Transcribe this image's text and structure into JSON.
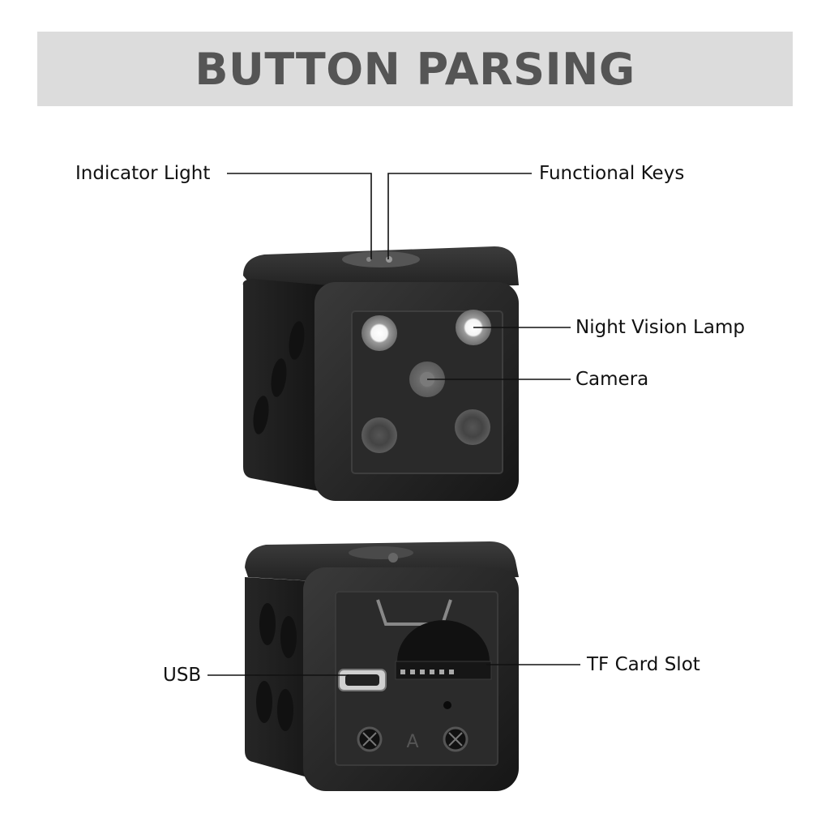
{
  "title": "BUTTON PARSING",
  "callouts": {
    "indicator_light": "Indicator Light",
    "functional_keys": "Functional Keys",
    "night_vision_lamp": "Night Vision Lamp",
    "camera": "Camera",
    "usb": "USB",
    "tf_card_slot": "TF Card Slot"
  },
  "printed_marks": {
    "port_letter": "A"
  },
  "colors": {
    "title_bar": "#dcdcdc",
    "title_text": "#555555",
    "device_body": "#1c1c1c",
    "leader_line": "#111111"
  }
}
